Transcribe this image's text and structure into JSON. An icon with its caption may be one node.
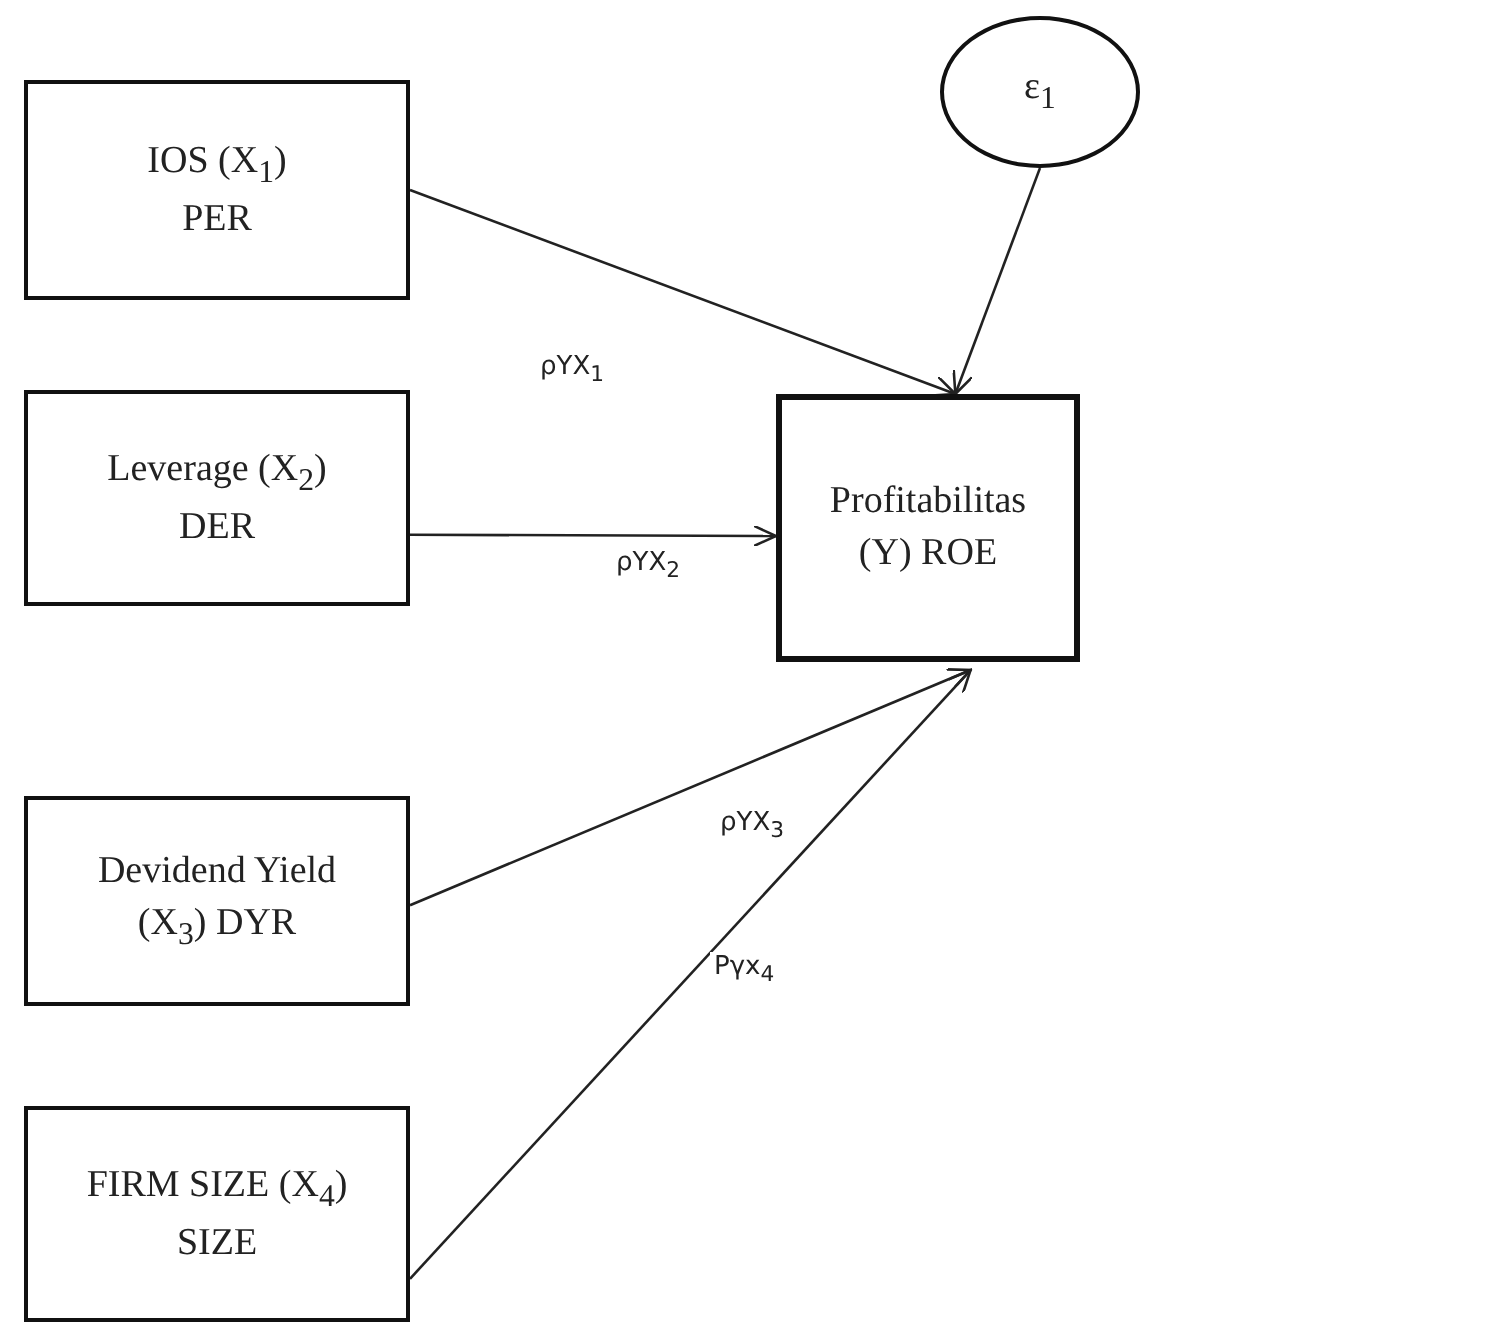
{
  "diagram": {
    "nodes": [
      {
        "text": [
          "IOS (X$_{1}$) PER"
        ]
      },
      {
        "text": [
          "ε$_{1}$"
        ]
      },
      {
        "text": [
          "Profitabilitas (Y) ROE"
        ]
      },
      {
        "text": [
          "Leverage (X$_{2}$) DER"
        ]
      },
      {
        "text": [
          "Devidend Yield (X$_{3}$) DYR"
        ]
      },
      {
        "text": [
          "FIRM SIZE (X$_{4}$) SIZE"
        ]
      }
    ],
    "edges": [
      {
        "from": 0,
        "to": 2,
        "arrow": "to",
        "label": "ρYX$_{1}$"
      },
      {
        "from": 1,
        "to": 2,
        "arrow": "to"
      },
      {
        "from": 3,
        "to": 2,
        "arrow": "to",
        "label": "ρYX$_{2}$"
      },
      {
        "from": 4,
        "to": 2,
        "arrow": "to",
        "label": "ρYX$_{3}$"
      },
      {
        "from": 5,
        "to": 2,
        "arrow": "to",
        "label": "Pγx$_{4}$"
      }
    ]
  }
}
